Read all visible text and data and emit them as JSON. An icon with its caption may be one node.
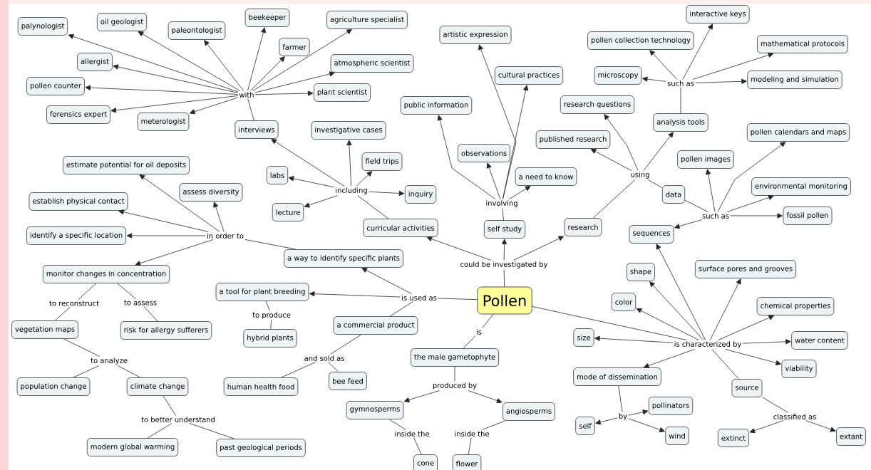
{
  "diagram": {
    "nodes": [
      {
        "text": [
          "palynologist"
        ]
      },
      {
        "text": [
          "oil geologist"
        ]
      },
      {
        "text": [
          "paleontologist"
        ]
      },
      {
        "text": [
          "beekeeper"
        ]
      },
      {
        "text": [
          "agriculture specialist"
        ]
      },
      {
        "text": [
          "farmer"
        ]
      },
      {
        "text": [
          "allergist"
        ]
      },
      {
        "text": [
          "atmospheric scientist"
        ]
      },
      {
        "text": [
          "pollen counter"
        ]
      },
      {
        "text": [
          "with"
        ]
      },
      {
        "text": [
          "plant scientist"
        ]
      },
      {
        "text": [
          "forensics expert"
        ]
      },
      {
        "text": [
          "meterologist"
        ]
      },
      {
        "text": [
          "interviews"
        ]
      },
      {
        "text": [
          "investigative cases"
        ]
      },
      {
        "text": [
          "estimate potential for oil deposits"
        ]
      },
      {
        "text": [
          "field trips"
        ]
      },
      {
        "text": [
          "labs"
        ]
      },
      {
        "text": [
          "assess diversity"
        ]
      },
      {
        "text": [
          "including"
        ]
      },
      {
        "text": [
          "inquiry"
        ]
      },
      {
        "text": [
          "establish physical contact"
        ]
      },
      {
        "text": [
          "lecture"
        ]
      },
      {
        "text": [
          "curricular activities"
        ]
      },
      {
        "text": [
          "identify a specific location"
        ]
      },
      {
        "text": [
          "in order to"
        ]
      },
      {
        "text": [
          "a way to identify specific plants"
        ]
      },
      {
        "text": [
          "monitor changes in concentration"
        ]
      },
      {
        "text": [
          "to reconstruct"
        ]
      },
      {
        "text": [
          "to assess"
        ]
      },
      {
        "text": [
          "vegetation maps"
        ]
      },
      {
        "text": [
          "risk for allergy sufferers"
        ]
      },
      {
        "text": [
          "to analyze"
        ]
      },
      {
        "text": [
          "population change"
        ]
      },
      {
        "text": [
          "climate change"
        ]
      },
      {
        "text": [
          "to better understand"
        ]
      },
      {
        "text": [
          "modern global warming"
        ]
      },
      {
        "text": [
          "past geological periods"
        ]
      },
      {
        "text": [
          "a tool for plant breeding"
        ]
      },
      {
        "text": [
          "to produce"
        ]
      },
      {
        "text": [
          "hybrid plants"
        ]
      },
      {
        "text": [
          "is used as"
        ]
      },
      {
        "text": [
          "a commercial product"
        ]
      },
      {
        "text": [
          "and sold as"
        ]
      },
      {
        "text": [
          "human health food"
        ]
      },
      {
        "text": [
          "bee feed"
        ]
      },
      {
        "text": [
          "Pollen"
        ]
      },
      {
        "text": [
          "is"
        ]
      },
      {
        "text": [
          "the male gametophyte"
        ]
      },
      {
        "text": [
          "produced by"
        ]
      },
      {
        "text": [
          "gymnosperms"
        ]
      },
      {
        "text": [
          "angiosperms"
        ]
      },
      {
        "text": [
          "inside the"
        ]
      },
      {
        "text": [
          "inside the"
        ]
      },
      {
        "text": [
          "cone"
        ]
      },
      {
        "text": [
          "flower"
        ]
      },
      {
        "text": [
          "could be investigated by"
        ]
      },
      {
        "text": [
          "self study"
        ]
      },
      {
        "text": [
          "research"
        ]
      },
      {
        "text": [
          "involving"
        ]
      },
      {
        "text": [
          "observations"
        ]
      },
      {
        "text": [
          "public information"
        ]
      },
      {
        "text": [
          "artistic expression"
        ]
      },
      {
        "text": [
          "cultural practices"
        ]
      },
      {
        "text": [
          "a need to know"
        ]
      },
      {
        "text": [
          "using"
        ]
      },
      {
        "text": [
          "published research"
        ]
      },
      {
        "text": [
          "research questions"
        ]
      },
      {
        "text": [
          "analysis tools"
        ]
      },
      {
        "text": [
          "such as"
        ]
      },
      {
        "text": [
          "pollen collection technology"
        ]
      },
      {
        "text": [
          "interactive keys"
        ]
      },
      {
        "text": [
          "mathematical protocols"
        ]
      },
      {
        "text": [
          "microscopy"
        ]
      },
      {
        "text": [
          "modeling and simulation"
        ]
      },
      {
        "text": [
          "data"
        ]
      },
      {
        "text": [
          "such as"
        ]
      },
      {
        "text": [
          "pollen images"
        ]
      },
      {
        "text": [
          "pollen calendars and maps"
        ]
      },
      {
        "text": [
          "environmental monitoring"
        ]
      },
      {
        "text": [
          "fossil pollen"
        ]
      },
      {
        "text": [
          "sequences"
        ]
      },
      {
        "text": [
          "is characterized by"
        ]
      },
      {
        "text": [
          "shape"
        ]
      },
      {
        "text": [
          "surface pores and grooves"
        ]
      },
      {
        "text": [
          "color"
        ]
      },
      {
        "text": [
          "chemical properties"
        ]
      },
      {
        "text": [
          "size"
        ]
      },
      {
        "text": [
          "water content"
        ]
      },
      {
        "text": [
          "viability"
        ]
      },
      {
        "text": [
          "mode of dissemination"
        ]
      },
      {
        "text": [
          "source"
        ]
      },
      {
        "text": [
          "by"
        ]
      },
      {
        "text": [
          "pollinators"
        ]
      },
      {
        "text": [
          "self"
        ]
      },
      {
        "text": [
          "wind"
        ]
      },
      {
        "text": [
          "classified as"
        ]
      },
      {
        "text": [
          "extinct"
        ]
      },
      {
        "text": [
          "extant"
        ]
      }
    ],
    "edges": [
      {
        "from": 9,
        "to": 0,
        "arrow": "to"
      },
      {
        "from": 9,
        "to": 1,
        "arrow": "to"
      },
      {
        "from": 9,
        "to": 2,
        "arrow": "to"
      },
      {
        "from": 9,
        "to": 3,
        "arrow": "to"
      },
      {
        "from": 9,
        "to": 4,
        "arrow": "to"
      },
      {
        "from": 9,
        "to": 5,
        "arrow": "to"
      },
      {
        "from": 9,
        "to": 6,
        "arrow": "to"
      },
      {
        "from": 9,
        "to": 7,
        "arrow": "to"
      },
      {
        "from": 9,
        "to": 8,
        "arrow": "to"
      },
      {
        "from": 9,
        "to": 10,
        "arrow": "to"
      },
      {
        "from": 9,
        "to": 11,
        "arrow": "to"
      },
      {
        "from": 9,
        "to": 12,
        "arrow": "to"
      },
      {
        "from": 13,
        "to": 9,
        "arrow": "none"
      },
      {
        "from": 19,
        "to": 13,
        "arrow": "to"
      },
      {
        "from": 19,
        "to": 14,
        "arrow": "to"
      },
      {
        "from": 19,
        "to": 16,
        "arrow": "to"
      },
      {
        "from": 19,
        "to": 17,
        "arrow": "to"
      },
      {
        "from": 19,
        "to": 20,
        "arrow": "to"
      },
      {
        "from": 19,
        "to": 22,
        "arrow": "to"
      },
      {
        "from": 23,
        "to": 19,
        "arrow": "none"
      },
      {
        "from": 46,
        "to": 56,
        "arrow": "none"
      },
      {
        "from": 56,
        "to": 23,
        "arrow": "to"
      },
      {
        "from": 56,
        "to": 57,
        "arrow": "to"
      },
      {
        "from": 56,
        "to": 58,
        "arrow": "to"
      },
      {
        "from": 57,
        "to": 59,
        "arrow": "none"
      },
      {
        "from": 59,
        "to": 60,
        "arrow": "to"
      },
      {
        "from": 59,
        "to": 61,
        "arrow": "to"
      },
      {
        "from": 59,
        "to": 62,
        "arrow": "to"
      },
      {
        "from": 59,
        "to": 63,
        "arrow": "to"
      },
      {
        "from": 59,
        "to": 64,
        "arrow": "to"
      },
      {
        "from": 58,
        "to": 65,
        "arrow": "none"
      },
      {
        "from": 65,
        "to": 66,
        "arrow": "to"
      },
      {
        "from": 65,
        "to": 67,
        "arrow": "to"
      },
      {
        "from": 65,
        "to": 68,
        "arrow": "to"
      },
      {
        "from": 65,
        "to": 75,
        "arrow": "none"
      },
      {
        "from": 68,
        "to": 69,
        "arrow": "none"
      },
      {
        "from": 69,
        "to": 70,
        "arrow": "to"
      },
      {
        "from": 69,
        "to": 71,
        "arrow": "to"
      },
      {
        "from": 69,
        "to": 72,
        "arrow": "to"
      },
      {
        "from": 69,
        "to": 73,
        "arrow": "to"
      },
      {
        "from": 69,
        "to": 74,
        "arrow": "to"
      },
      {
        "from": 75,
        "to": 76,
        "arrow": "none"
      },
      {
        "from": 76,
        "to": 77,
        "arrow": "to"
      },
      {
        "from": 76,
        "to": 78,
        "arrow": "to"
      },
      {
        "from": 76,
        "to": 79,
        "arrow": "to"
      },
      {
        "from": 76,
        "to": 80,
        "arrow": "to"
      },
      {
        "from": 76,
        "to": 81,
        "arrow": "to"
      },
      {
        "from": 46,
        "to": 82,
        "arrow": "none"
      },
      {
        "from": 82,
        "to": 81,
        "arrow": "to"
      },
      {
        "from": 82,
        "to": 83,
        "arrow": "to"
      },
      {
        "from": 82,
        "to": 84,
        "arrow": "to"
      },
      {
        "from": 82,
        "to": 85,
        "arrow": "to"
      },
      {
        "from": 82,
        "to": 86,
        "arrow": "to"
      },
      {
        "from": 82,
        "to": 87,
        "arrow": "to"
      },
      {
        "from": 82,
        "to": 88,
        "arrow": "to"
      },
      {
        "from": 82,
        "to": 89,
        "arrow": "to"
      },
      {
        "from": 82,
        "to": 90,
        "arrow": "to"
      },
      {
        "from": 82,
        "to": 91,
        "arrow": "none"
      },
      {
        "from": 90,
        "to": 92,
        "arrow": "none"
      },
      {
        "from": 92,
        "to": 93,
        "arrow": "to"
      },
      {
        "from": 92,
        "to": 94,
        "arrow": "to"
      },
      {
        "from": 92,
        "to": 95,
        "arrow": "to"
      },
      {
        "from": 91,
        "to": 96,
        "arrow": "none"
      },
      {
        "from": 96,
        "to": 97,
        "arrow": "to"
      },
      {
        "from": 96,
        "to": 98,
        "arrow": "to"
      },
      {
        "from": 46,
        "to": 41,
        "arrow": "none"
      },
      {
        "from": 41,
        "to": 26,
        "arrow": "to"
      },
      {
        "from": 41,
        "to": 38,
        "arrow": "to"
      },
      {
        "from": 41,
        "to": 42,
        "arrow": "none"
      },
      {
        "from": 42,
        "to": 43,
        "arrow": "none"
      },
      {
        "from": 43,
        "to": 44,
        "arrow": "none"
      },
      {
        "from": 43,
        "to": 45,
        "arrow": "none"
      },
      {
        "from": 38,
        "to": 39,
        "arrow": "none"
      },
      {
        "from": 39,
        "to": 40,
        "arrow": "none"
      },
      {
        "from": 46,
        "to": 47,
        "arrow": "none"
      },
      {
        "from": 47,
        "to": 48,
        "arrow": "none"
      },
      {
        "from": 48,
        "to": 49,
        "arrow": "none"
      },
      {
        "from": 49,
        "to": 50,
        "arrow": "to"
      },
      {
        "from": 49,
        "to": 51,
        "arrow": "to"
      },
      {
        "from": 50,
        "to": 52,
        "arrow": "none"
      },
      {
        "from": 52,
        "to": 54,
        "arrow": "none"
      },
      {
        "from": 51,
        "to": 53,
        "arrow": "none"
      },
      {
        "from": 53,
        "to": 55,
        "arrow": "none"
      },
      {
        "from": 26,
        "to": 25,
        "arrow": "none"
      },
      {
        "from": 25,
        "to": 15,
        "arrow": "to"
      },
      {
        "from": 25,
        "to": 18,
        "arrow": "to"
      },
      {
        "from": 25,
        "to": 21,
        "arrow": "to"
      },
      {
        "from": 25,
        "to": 24,
        "arrow": "to"
      },
      {
        "from": 25,
        "to": 27,
        "arrow": "to"
      },
      {
        "from": 27,
        "to": 28,
        "arrow": "none"
      },
      {
        "from": 28,
        "to": 30,
        "arrow": "none"
      },
      {
        "from": 27,
        "to": 29,
        "arrow": "none"
      },
      {
        "from": 29,
        "to": 31,
        "arrow": "none"
      },
      {
        "from": 30,
        "to": 32,
        "arrow": "none"
      },
      {
        "from": 32,
        "to": 33,
        "arrow": "none"
      },
      {
        "from": 32,
        "to": 34,
        "arrow": "none"
      },
      {
        "from": 34,
        "to": 35,
        "arrow": "none"
      },
      {
        "from": 35,
        "to": 36,
        "arrow": "none"
      },
      {
        "from": 35,
        "to": 37,
        "arrow": "none"
      }
    ]
  }
}
